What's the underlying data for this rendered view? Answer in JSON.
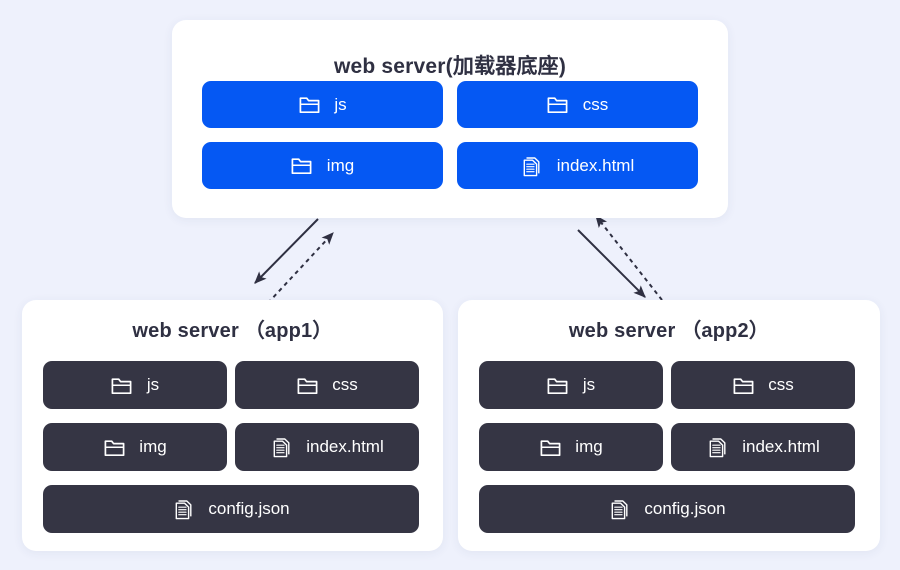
{
  "theme": {
    "background": "#eef1fc",
    "card_background": "#ffffff",
    "blue_accent": "#0558f3",
    "dark_accent": "#353544",
    "title_color": "#2f3042",
    "label_color": "#ffffff",
    "arrow_color": "#2f3042"
  },
  "cards": {
    "top": {
      "title": "web server(加载器底座)",
      "items": [
        {
          "label": "js",
          "icon": "folder-icon",
          "style": "blue"
        },
        {
          "label": "css",
          "icon": "folder-icon",
          "style": "blue"
        },
        {
          "label": "img",
          "icon": "folder-icon",
          "style": "blue"
        },
        {
          "label": "index.html",
          "icon": "document-icon",
          "style": "blue"
        }
      ]
    },
    "app1": {
      "title": "web server （app1）",
      "items": [
        {
          "label": "js",
          "icon": "folder-icon",
          "style": "dark"
        },
        {
          "label": "css",
          "icon": "folder-icon",
          "style": "dark"
        },
        {
          "label": "img",
          "icon": "folder-icon",
          "style": "dark"
        },
        {
          "label": "index.html",
          "icon": "document-icon",
          "style": "dark"
        },
        {
          "label": "config.json",
          "icon": "document-icon",
          "style": "dark"
        }
      ]
    },
    "app2": {
      "title": "web server （app2）",
      "items": [
        {
          "label": "js",
          "icon": "folder-icon",
          "style": "dark"
        },
        {
          "label": "css",
          "icon": "folder-icon",
          "style": "dark"
        },
        {
          "label": "img",
          "icon": "folder-icon",
          "style": "dark"
        },
        {
          "label": "index.html",
          "icon": "document-icon",
          "style": "dark"
        },
        {
          "label": "config.json",
          "icon": "document-icon",
          "style": "dark"
        }
      ]
    }
  },
  "connections": [
    {
      "name": "top-to-app1",
      "style": "solid",
      "direction": "down-left",
      "icon": "arrow-icon"
    },
    {
      "name": "app1-to-top",
      "style": "dashed",
      "direction": "up-right",
      "icon": "arrow-icon"
    },
    {
      "name": "top-to-app2",
      "style": "solid",
      "direction": "down-right",
      "icon": "arrow-icon"
    },
    {
      "name": "app2-to-top",
      "style": "dashed",
      "direction": "up-left",
      "icon": "arrow-icon"
    }
  ]
}
